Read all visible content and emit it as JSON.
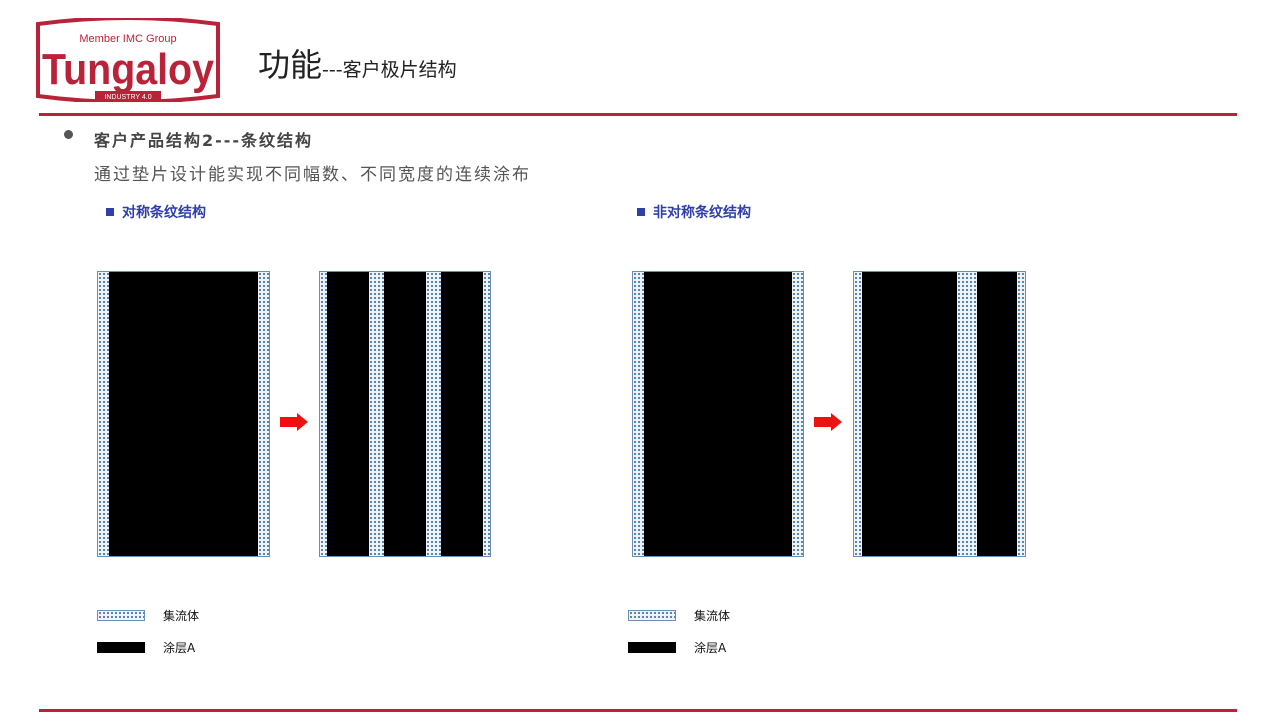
{
  "logo": {
    "tagline": "Member IMC Group",
    "brand": "Tungaloy",
    "badge": "INDUSTRY 4.0",
    "colors": {
      "red": "#b8233a",
      "white": "#ffffff"
    }
  },
  "header": {
    "title_main": "功能",
    "title_sub": "---客户极片结构"
  },
  "content": {
    "heading": "客户产品结构2---条纹结构",
    "description": "通过垫片设计能实现不同幅数、不同宽度的连续涂布"
  },
  "sections": [
    {
      "label": "对称条纹结构"
    },
    {
      "label": "非对称条纹结构"
    }
  ],
  "legend": {
    "collector": "集流体",
    "coating": "涂层A"
  },
  "colors": {
    "accent": "#b8233a",
    "section_blue": "#2f3fa8",
    "arrow_red": "#ee1111",
    "coating": "#000000"
  }
}
